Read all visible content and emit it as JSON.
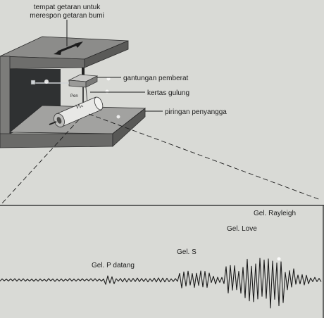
{
  "apparatus": {
    "top_label_line1": "tempat getaran untuk",
    "top_label_line2": "merespon getaran bumi",
    "label_weight": "gantungan pemberat",
    "label_paper": "kertas gulung",
    "label_plate": "piringan penyangga",
    "label_pen": "Pen"
  },
  "waves": {
    "p": "Gel. P datang",
    "s": "Gel. S",
    "love": "Gel. Love",
    "rayleigh": "Gel. Rayleigh"
  },
  "colors": {
    "background": "#d9dad6",
    "frame_top": "#8c8c8a",
    "frame_front": "#6e6e6c",
    "frame_dark": "#2f3132",
    "line": "#1c1c1c"
  }
}
